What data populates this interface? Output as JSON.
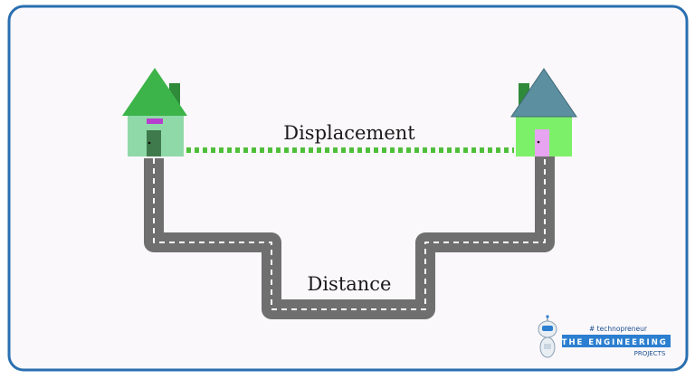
{
  "labels": {
    "displacement": "Displacement",
    "distance": "Distance"
  },
  "logo": {
    "hashtag": "# technopreneur",
    "the": "THE",
    "engineering": "ENGINEERING",
    "projects": "PROJECTS"
  },
  "colors": {
    "border": "#2a6fb0",
    "panel_background": "#fbf8fb",
    "road": "#6f6f6f",
    "road_marking": "#ffffff",
    "displacement_dashes": "#4fbf3a",
    "left_house_roof": "#3cb44a",
    "left_house_wall": "#8fd9a8",
    "left_house_door": "#3f7a4c",
    "left_house_sign": "#b63fcf",
    "right_house_roof": "#5c8f9f",
    "right_house_wall": "#7df06a",
    "right_house_door": "#e7a4f0",
    "chimney": "#2f8a3a",
    "logo_band": "#2c7fd0",
    "logo_text_dark": "#1b4f8f"
  },
  "icons": {
    "left_house": "house-icon",
    "right_house": "house-icon",
    "mascot": "robot-mascot-icon"
  }
}
